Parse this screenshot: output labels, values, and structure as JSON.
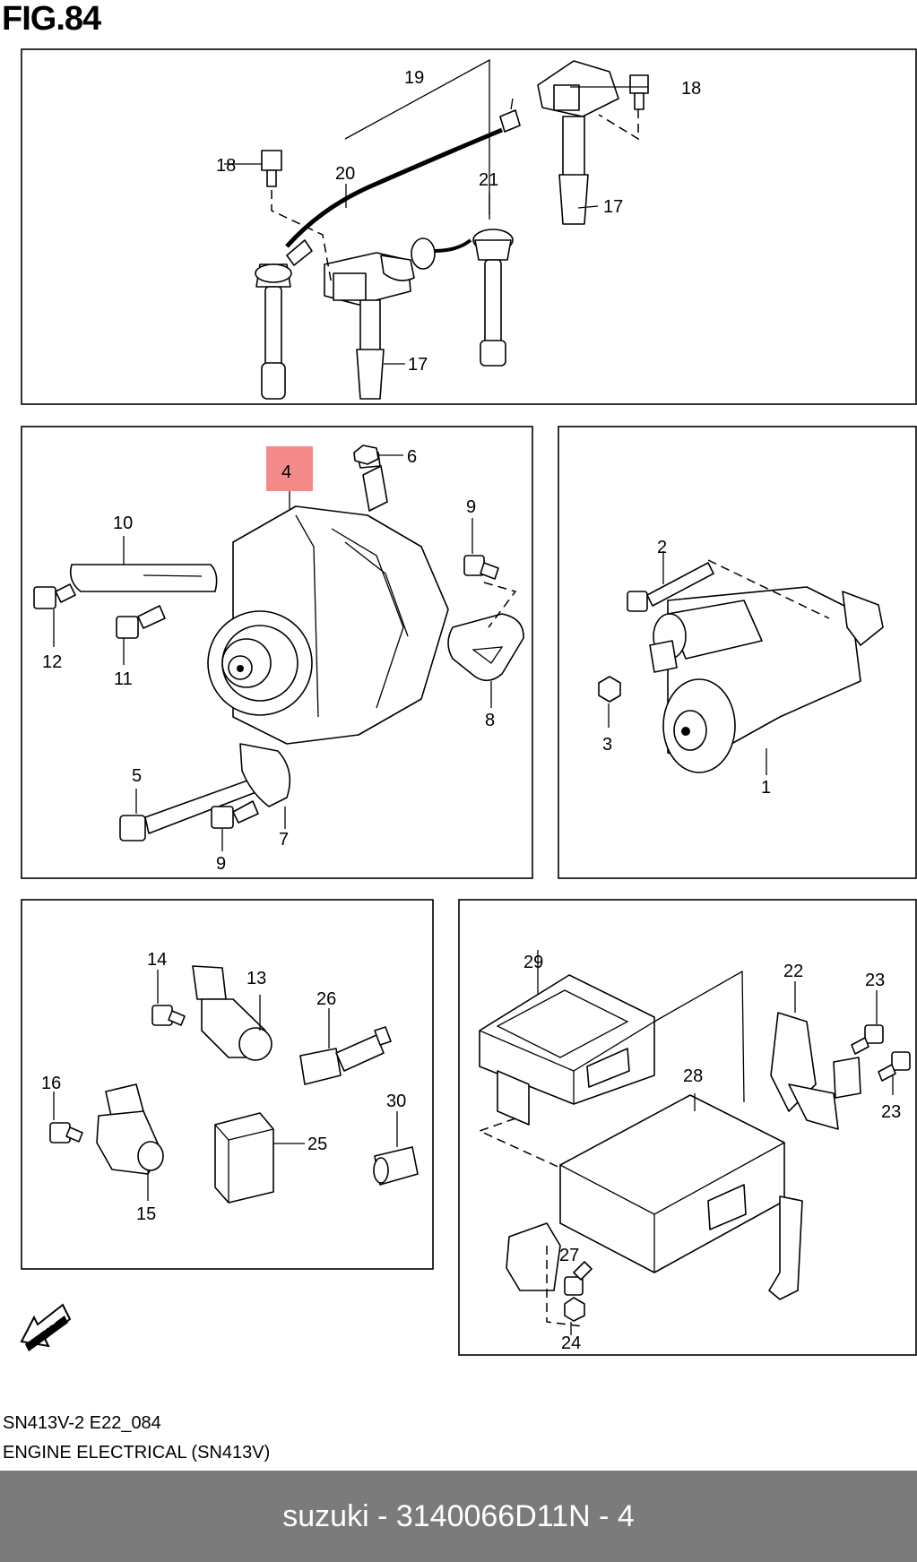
{
  "figure_title": "FIG.84",
  "highlight_color": "#f48a8a",
  "panels": {
    "ignition": {
      "callouts": [
        "19",
        "18",
        "18",
        "20",
        "21",
        "17",
        "17"
      ]
    },
    "alternator": {
      "callouts": [
        "4",
        "6",
        "10",
        "9",
        "12",
        "11",
        "8",
        "5",
        "7",
        "9"
      ],
      "highlighted": "4"
    },
    "starter": {
      "callouts": [
        "2",
        "3",
        "1"
      ]
    },
    "sensors": {
      "callouts": [
        "14",
        "13",
        "26",
        "16",
        "30",
        "25",
        "15"
      ]
    },
    "ecu": {
      "callouts": [
        "29",
        "22",
        "23",
        "23",
        "28",
        "27",
        "24"
      ]
    }
  },
  "fwd_label": "FWD",
  "model_code": "SN413V-2 E22_084",
  "section_title": "ENGINE ELECTRICAL (SN413V)",
  "footer": {
    "brand": "suzuki",
    "part_number": "3140066D11",
    "ref": "N - 4"
  }
}
